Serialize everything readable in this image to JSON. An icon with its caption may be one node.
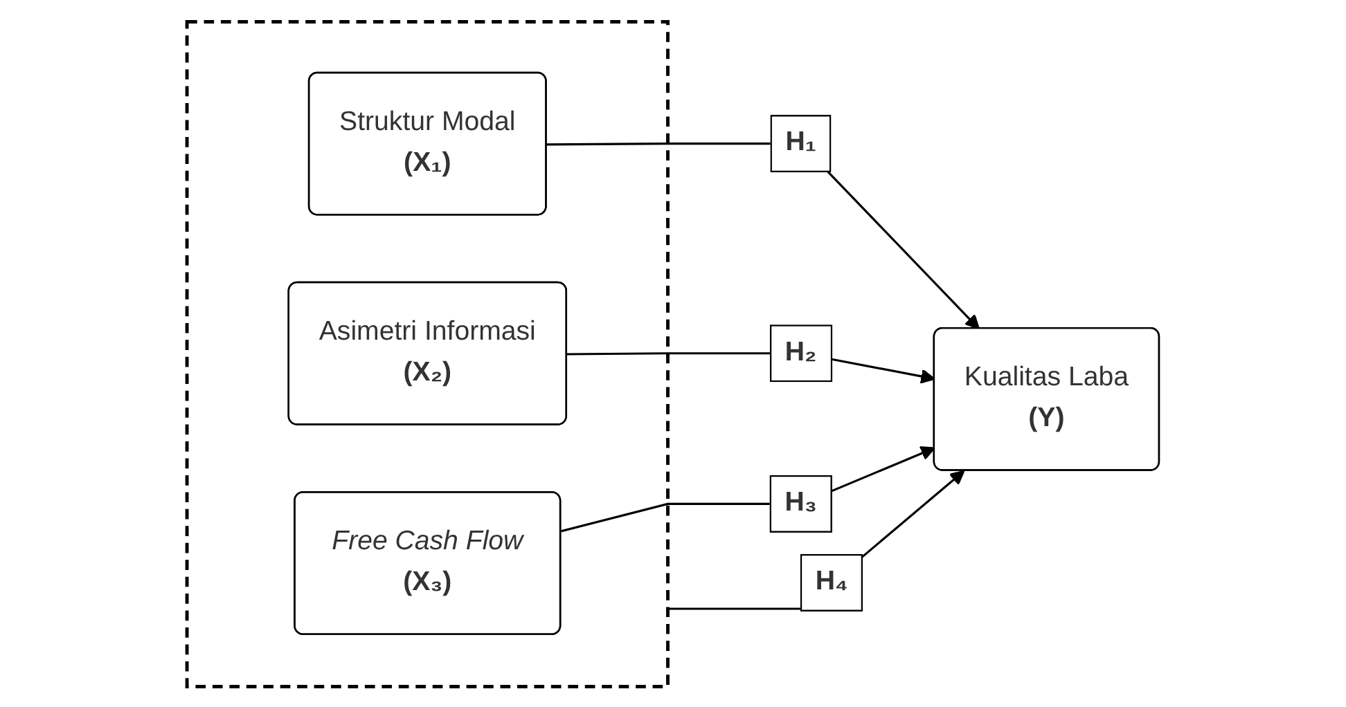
{
  "diagram": {
    "nodes": [
      {
        "text": [],
        "shape": "box"
      },
      {
        "text": [
          "Struktur Modal",
          "(X₁)"
        ],
        "in": 0
      },
      {
        "text": [
          "Asimetri Informasi",
          "(X₂)"
        ],
        "in": 0
      },
      {
        "text": [
          "Free Cash Flow",
          "(X₃)"
        ],
        "in": 0
      },
      {
        "text": [
          "Kualitas Laba",
          "(Y)"
        ]
      }
    ],
    "edges": [
      {
        "from": 0,
        "to": 4,
        "arrow": "to",
        "label": "H₄"
      },
      {
        "from": 1,
        "to": 4,
        "arrow": "to",
        "label": "H₁"
      },
      {
        "from": 2,
        "to": 4,
        "arrow": "to",
        "label": "H₂"
      },
      {
        "from": 3,
        "to": 4,
        "arrow": "to",
        "label": "H₃"
      }
    ]
  }
}
